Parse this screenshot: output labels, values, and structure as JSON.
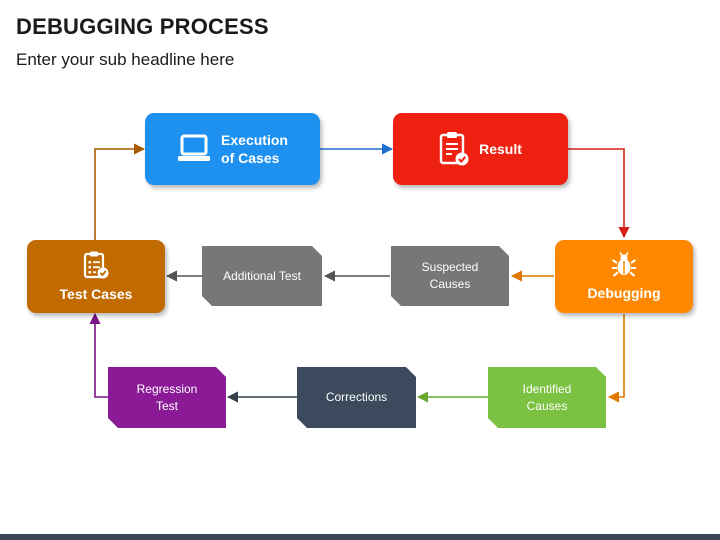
{
  "header": {
    "title": "DEBUGGING PROCESS",
    "subtitle": "Enter your sub headline here"
  },
  "nodes": {
    "execution": {
      "label": "Execution\nof Cases",
      "color": "#1e90f0",
      "icon": "laptop-icon"
    },
    "result": {
      "label": "Result",
      "color": "#ee2010",
      "icon": "clipboard-check-icon"
    },
    "debugging": {
      "label": "Debugging",
      "color": "#ff8800",
      "icon": "bug-icon"
    },
    "test_cases": {
      "label": "Test Cases",
      "color": "#c06a00",
      "icon": "checklist-icon"
    },
    "additional_test": {
      "label": "Additional Test",
      "color": "#777777"
    },
    "suspected_causes": {
      "label": "Suspected\nCauses",
      "color": "#777777"
    },
    "identified_causes": {
      "label": "Identified\nCauses",
      "color": "#7cc242"
    },
    "corrections": {
      "label": "Corrections",
      "color": "#3b4a5c"
    },
    "regression_test": {
      "label": "Regression\nTest",
      "color": "#8b1a96"
    }
  },
  "connector_colors": {
    "execution_to_result": "#1e6fd0",
    "result_to_debugging": "#d8201a",
    "debugging_to_suspected": "#e07800",
    "gray_flow": "#555555",
    "debugging_to_identified": "#e07800",
    "identified_to_corrections": "#6aa832",
    "corrections_to_regression": "#34404e",
    "regression_to_testcases": "#7a1585",
    "testcases_to_execution": "#a85a00"
  }
}
